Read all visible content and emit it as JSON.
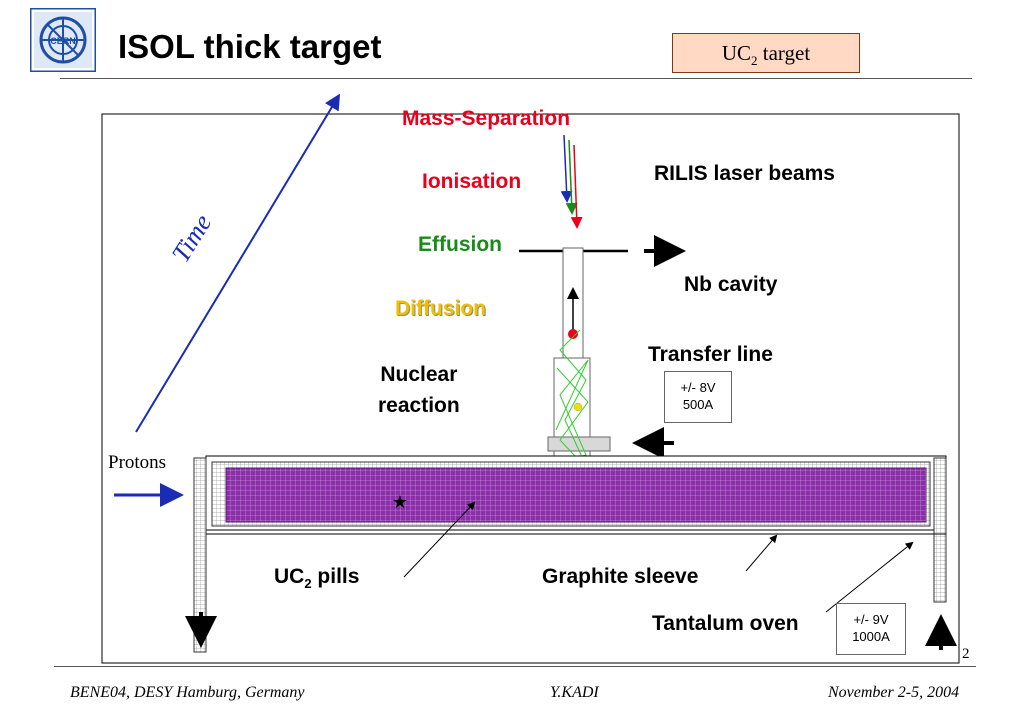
{
  "header": {
    "title": "ISOL thick target",
    "tag_main": "UC",
    "tag_sub": "2",
    "tag_rest": " target"
  },
  "logo": {
    "text": "CERN",
    "color": "#1f4fa5"
  },
  "diagram": {
    "time_label": "Time",
    "protons_label": "Protons",
    "stages": {
      "mass_separation": "Mass-Separation",
      "ionisation": "Ionisation",
      "effusion": "Effusion",
      "diffusion": "Diffusion",
      "nuclear_reaction_line1": "Nuclear",
      "nuclear_reaction_line2": "reaction"
    },
    "labels": {
      "rilis": "RILIS laser beams",
      "nb_cavity": "Nb cavity",
      "transfer_line": "Transfer line",
      "uc2_pills_main": "UC",
      "uc2_pills_sub": "2",
      "uc2_pills_rest": " pills",
      "graphite_sleeve": "Graphite sleeve",
      "tantalum_oven": "Tantalum oven"
    },
    "power_boxes": {
      "transfer_line": {
        "line1": "+/- 8V",
        "line2": "500A"
      },
      "oven": {
        "line1": "+/- 9V",
        "line2": "1000A"
      }
    },
    "colors": {
      "mass_separation": "#e8001c",
      "ionisation": "#e8001c",
      "effusion": "#1a8a1a",
      "diffusion": "#f0c000",
      "time": "#1a2bb5",
      "pills_fill": "#8a2fa8",
      "paths": "#33cc33"
    }
  },
  "page_number": "2",
  "footer": {
    "left": "BENE04, DESY Hamburg, Germany",
    "center": "Y.KADI",
    "right": "November 2-5, 2004"
  }
}
